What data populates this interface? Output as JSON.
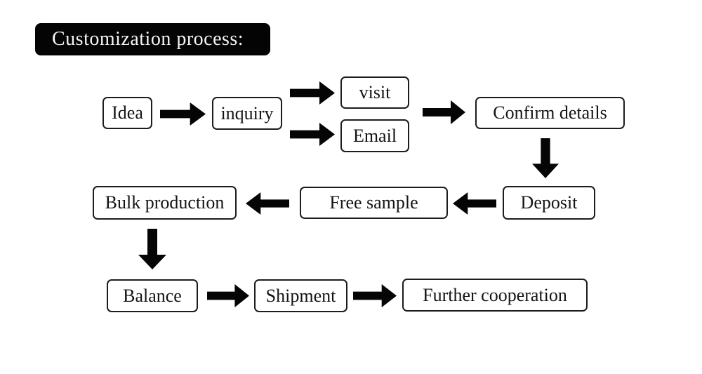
{
  "title": "Customization process:",
  "nodes": {
    "idea": "Idea",
    "inquiry": "inquiry",
    "visit": "visit",
    "email": "Email",
    "confirm_details": "Confirm details",
    "deposit": "Deposit",
    "free_sample": "Free sample",
    "bulk_production": "Bulk production",
    "balance": "Balance",
    "shipment": "Shipment",
    "further_cooperation": "Further cooperation"
  },
  "colors": {
    "arrow": "#050505",
    "box_border": "#1c1c1c",
    "box_text": "#141414",
    "title_bg": "#040404",
    "title_text": "#f5f5f5",
    "background": "#ffffff"
  }
}
